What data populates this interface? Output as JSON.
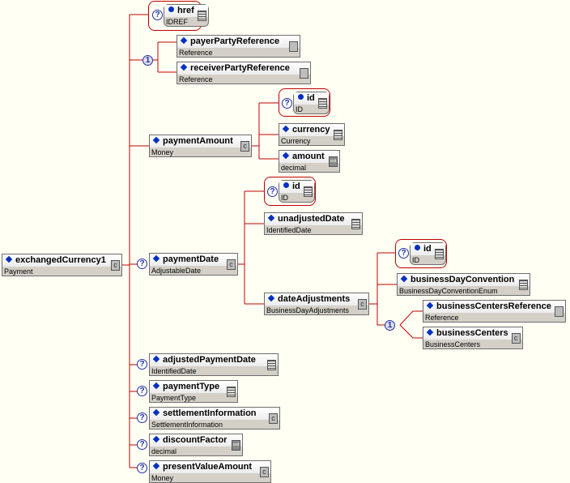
{
  "root": {
    "name": "exchangedCurrency1",
    "type": "Payment"
  },
  "optional_marker": "?",
  "choice_marker": "1",
  "nodes": {
    "href": {
      "name": "href",
      "type": "IDREF"
    },
    "payerPartyReference": {
      "name": "payerPartyReference",
      "type": "Reference"
    },
    "receiverPartyReference": {
      "name": "receiverPartyReference",
      "type": "Reference"
    },
    "paymentAmount": {
      "name": "paymentAmount",
      "type": "Money"
    },
    "paymentAmount_id": {
      "name": "id",
      "type": "ID"
    },
    "currency": {
      "name": "currency",
      "type": "Currency"
    },
    "amount": {
      "name": "amount",
      "type": "decimal"
    },
    "paymentDate": {
      "name": "paymentDate",
      "type": "AdjustableDate"
    },
    "paymentDate_id": {
      "name": "id",
      "type": "ID"
    },
    "unadjustedDate": {
      "name": "unadjustedDate",
      "type": "IdentifiedDate"
    },
    "dateAdjustments": {
      "name": "dateAdjustments",
      "type": "BusinessDayAdjustments"
    },
    "dateAdjustments_id": {
      "name": "id",
      "type": "ID"
    },
    "businessDayConvention": {
      "name": "businessDayConvention",
      "type": "BusinessDayConventionEnum"
    },
    "businessCentersReference": {
      "name": "businessCentersReference",
      "type": "Reference"
    },
    "businessCenters": {
      "name": "businessCenters",
      "type": "BusinessCenters"
    },
    "adjustedPaymentDate": {
      "name": "adjustedPaymentDate",
      "type": "IdentifiedDate"
    },
    "paymentType": {
      "name": "paymentType",
      "type": "PaymentType"
    },
    "settlementInformation": {
      "name": "settlementInformation",
      "type": "SettlementInformation"
    },
    "discountFactor": {
      "name": "discountFactor",
      "type": "decimal"
    },
    "presentValueAmount": {
      "name": "presentValueAmount",
      "type": "Money"
    }
  },
  "icons": {
    "complex": "c",
    "xsd": "xsd"
  },
  "colors": {
    "background": "#fffff4",
    "connector": "#c00000",
    "marker": "#0030c0"
  }
}
